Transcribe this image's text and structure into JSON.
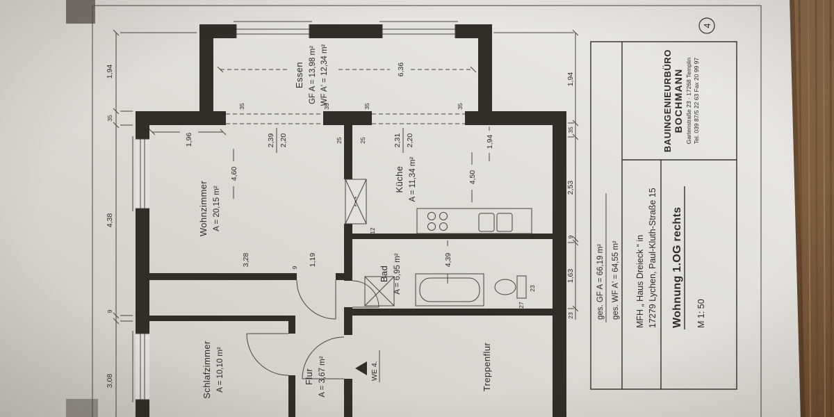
{
  "rooms": {
    "essen": {
      "name": "Essen",
      "gf": "GF A = 13,98 m²",
      "wf": "WF A' = 12,34 m²"
    },
    "wohnzimmer": {
      "name": "Wohnzimmer",
      "area": "A = 20,15 m²"
    },
    "kueche": {
      "name": "Küche",
      "area": "A = 11,34 m²"
    },
    "bad": {
      "name": "Bad",
      "area": "A = 6,95 m²"
    },
    "schlafzimmer": {
      "name": "Schlafzimmer",
      "area": "A = 10,10 m²"
    },
    "flur": {
      "name": "Flur",
      "area": "A = 3,67 m²"
    },
    "treppenflur": {
      "name": "Treppenflur"
    }
  },
  "entry": {
    "label": "WE 4."
  },
  "shaft_symbol": "* * *",
  "dims": {
    "top_chain": [
      "3,08",
      "9",
      "4,38",
      "35",
      "1,94"
    ],
    "bottom_chain": [
      "23",
      "1,63",
      "9",
      "2,53",
      "35",
      "1,94"
    ],
    "wohnzimmer_chain": [
      "3,28",
      "9",
      "1,19"
    ],
    "essen_length": "6,36",
    "essen_opening_w": "2,39",
    "essen_opening_h": "2,20",
    "kueche_opening_w": "2,31",
    "kueche_opening_h": "2,20",
    "pier": "1,96",
    "wohnzimmer_width": "4,60",
    "kueche_length": "4,50",
    "kueche_pier": "1,94",
    "bad_length": "4,39",
    "wall_35": "35",
    "wall_25": "25",
    "shaft_12": "12",
    "wc_27": "27",
    "wc_23": "23"
  },
  "title_block": {
    "ges_gf": "ges. GF  A = 66,19 m²",
    "ges_wf": "ges. WF  A' = 64,55 m²",
    "project_line1": "MFH „ Haus Dreieck “ in",
    "project_line2": "17279 Lychen, Paul-Kluth-Straße 15",
    "unit": "Wohnung 1.OG rechts",
    "scale": "M 1: 50",
    "company_name1": "BAUINGENIEURBÜRO",
    "company_name2": "BOCHMANN",
    "company_addr": "Gartenstraße 23 · 17268 Templin",
    "company_tel": "Tel. 039 87/5 22 63  Fax 20 99 97"
  },
  "page_number": "4",
  "colors": {
    "paper": "#e2dfda",
    "wood": "#81603f",
    "ink": "#2e2a25"
  }
}
